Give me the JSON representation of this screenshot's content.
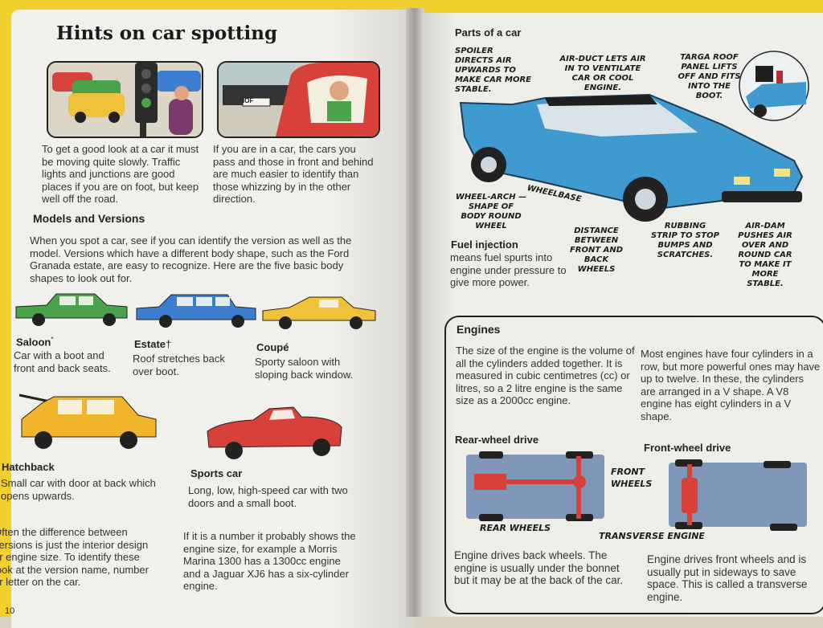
{
  "left_page": {
    "title": "Hints on car spotting",
    "intro_left": "To get a good look at a car it must be moving quite slowly. Traffic lights and junctions are good places if you are on foot, but keep well off the road.",
    "intro_right": "If you are in a car, the cars you pass and those in front and behind are much easier to identify than those whizzing by in the other direction.",
    "plate_text": "IOF",
    "models_heading": "Models and Versions",
    "models_text": "When you spot a car, see if you can identify the version as well as the model. Versions which have a different body shape, such as the Ford Granada estate, are easy to recognize. Here are the five basic body shapes to look out for.",
    "shapes": [
      {
        "name": "Saloon",
        "mark": "*",
        "desc": "Car with a boot and front and back seats.",
        "color": "#4aa24a"
      },
      {
        "name": "Estate",
        "mark": "†",
        "desc": "Roof stretches back over boot.",
        "color": "#3c7fd0"
      },
      {
        "name": "Coupé",
        "mark": "",
        "desc": "Sporty saloon with sloping back window.",
        "color": "#f0c23a"
      },
      {
        "name": "Hatchback",
        "mark": "",
        "desc": "Small car with door at back which opens upwards.",
        "color": "#f0b52a"
      },
      {
        "name": "Sports car",
        "mark": "",
        "desc": "Long, low, high-speed car with two doors and a small boot.",
        "color": "#d8413a"
      }
    ],
    "versions_left": "Often the difference between versions is just the interior design or engine size. To identify these look at the version name, number or letter on the car.",
    "versions_right": "If it is a number it probably shows the engine size, for example a Morris Marina 1300 has a 1300cc engine and a Jaguar XJ6 has a six-cylinder engine.",
    "page_number": "10"
  },
  "right_page": {
    "title": "Parts of a car",
    "labels": {
      "spoiler": "Spoiler directs air upwards to make car more stable.",
      "air_duct": "Air-duct lets air in to ventilate car or cool engine.",
      "targa": "Targa roof panel lifts off and fits into the boot.",
      "wheel_arch": "Wheel-arch — shape of body round wheel",
      "wheelbase": "Wheelbase",
      "distance": "Distance between front and back wheels",
      "rubbing": "Rubbing strip to stop bumps and scratches.",
      "air_dam": "Air-dam pushes air over and round car to make it more stable."
    },
    "fuel_heading": "Fuel injection",
    "fuel_text": "means fuel spurts into engine under pressure to give more power.",
    "engines": {
      "heading": "Engines",
      "text_left": "The size of the engine is the volume of all the cylinders added together. It is measured in cubic centimetres (cc) or litres, so a 2 litre engine is the same size as a 2000cc engine.",
      "text_right": "Most engines have four cylinders in a row, but more powerful ones may have up to twelve. In these, the cylinders are arranged in a V shape. A V8 engine has eight cylinders in a V shape.",
      "rear_heading": "Rear-wheel drive",
      "front_heading": "Front-wheel drive",
      "front_wheels_label": "Front wheels",
      "rear_wheels_label": "Rear wheels",
      "transverse_label": "Transverse engine",
      "rear_text": "Engine drives back wheels. The engine is usually under the bonnet but it may be at the back of the car.",
      "front_text": "Engine drives front wheels and is usually put in sideways to save space. This is called a transverse engine."
    }
  }
}
